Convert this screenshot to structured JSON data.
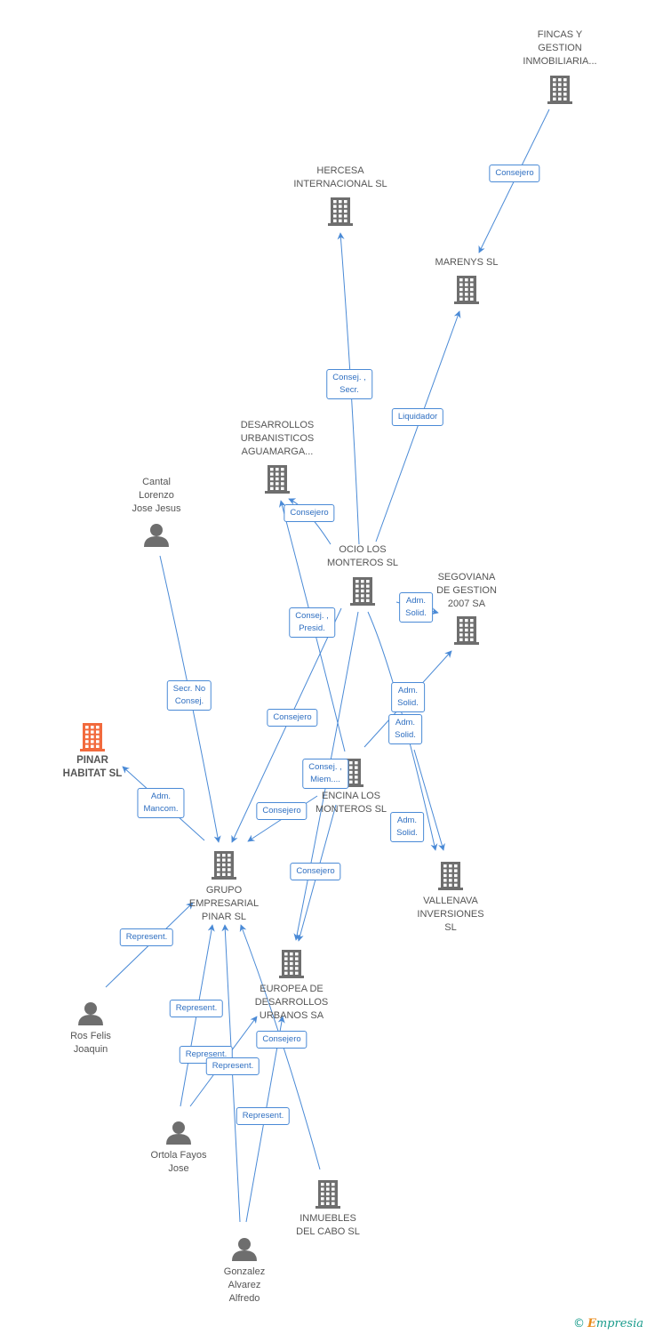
{
  "colors": {
    "edge": "#4a8ad6",
    "node_gray": "#6e6e6e",
    "main_node": "#f26a3d"
  },
  "nodes": [
    {
      "id": "fincas",
      "type": "company",
      "label": "FINCAS Y\nGESTION\nINMOBILIARIA..."
    },
    {
      "id": "hercesa",
      "type": "company",
      "label": "HERCESA\nINTERNACIONAL SL"
    },
    {
      "id": "marenys",
      "type": "company",
      "label": "MARENYS SL"
    },
    {
      "id": "desarrollos",
      "type": "company",
      "label": "DESARROLLOS\nURBANISTICOS\nAGUAMARGA..."
    },
    {
      "id": "cantal",
      "type": "person",
      "label": "Cantal\nLorenzo\nJose Jesus"
    },
    {
      "id": "ocio",
      "type": "company",
      "label": "OCIO LOS\nMONTEROS SL"
    },
    {
      "id": "segoviana",
      "type": "company",
      "label": "SEGOVIANA\nDE GESTION\n2007 SA"
    },
    {
      "id": "pinar",
      "type": "company-main",
      "label": "PINAR\nHABITAT SL"
    },
    {
      "id": "encina",
      "type": "company",
      "label": "ENCINA LOS\nMONTEROS SL"
    },
    {
      "id": "grupo",
      "type": "company",
      "label": "GRUPO\nEMPRESARIAL\nPINAR SL"
    },
    {
      "id": "vallenava",
      "type": "company",
      "label": "VALLENAVA\nINVERSIONES\nSL"
    },
    {
      "id": "europea",
      "type": "company",
      "label": "EUROPEA DE\nDESARROLLOS\nURBANOS SA"
    },
    {
      "id": "ros",
      "type": "person",
      "label": "Ros Felis\nJoaquin"
    },
    {
      "id": "ortola",
      "type": "person",
      "label": "Ortola Fayos\nJose"
    },
    {
      "id": "inmuebles",
      "type": "company",
      "label": "INMUEBLES\nDEL CABO SL"
    },
    {
      "id": "gonzalez",
      "type": "person",
      "label": "Gonzalez\nAlvarez\nAlfredo"
    }
  ],
  "edges": [
    {
      "id": "e1",
      "from": "fincas",
      "to": "marenys",
      "label": "Consejero"
    },
    {
      "id": "e2",
      "from": "ocio",
      "to": "hercesa",
      "label": "Consej. ,\nSecr."
    },
    {
      "id": "e3",
      "from": "ocio",
      "to": "marenys",
      "label": "Liquidador"
    },
    {
      "id": "e4",
      "from": "ocio",
      "to": "desarrollos",
      "label": "Consejero"
    },
    {
      "id": "e5",
      "from": "encina",
      "to": "desarrollos",
      "label": "Consej. ,\nPresid."
    },
    {
      "id": "e6",
      "from": "ocio",
      "to": "segoviana",
      "label": "Adm.\nSolid."
    },
    {
      "id": "e7",
      "from": "cantal",
      "to": "grupo",
      "label": "Secr.  No\nConsej."
    },
    {
      "id": "e8",
      "from": "encina",
      "to": "segoviana",
      "label": "Adm.\nSolid."
    },
    {
      "id": "e9",
      "from": "ocio",
      "to": "vallenava",
      "label": "Adm.\nSolid."
    },
    {
      "id": "e10",
      "from": "ocio",
      "to": "grupo",
      "label": "Consejero"
    },
    {
      "id": "e11",
      "from": "ocio",
      "to": "europea",
      "label": "Consej. ,\nMiem...."
    },
    {
      "id": "e12",
      "from": "grupo",
      "to": "pinar",
      "label": "Adm.\nMancom."
    },
    {
      "id": "e13",
      "from": "encina",
      "to": "grupo",
      "label": "Consejero"
    },
    {
      "id": "e14",
      "from": "encina",
      "to": "vallenava",
      "label": "Adm.\nSolid."
    },
    {
      "id": "e15",
      "from": "encina",
      "to": "europea",
      "label": "Consejero"
    },
    {
      "id": "e16",
      "from": "ros",
      "to": "grupo",
      "label": "Represent."
    },
    {
      "id": "e17",
      "from": "ortola",
      "to": "grupo",
      "label": "Represent."
    },
    {
      "id": "e18",
      "from": "ortola",
      "to": "europea",
      "label": "Represent."
    },
    {
      "id": "e19",
      "from": "gonzalez",
      "to": "grupo",
      "label": "Represent."
    },
    {
      "id": "e20",
      "from": "inmuebles",
      "to": "grupo",
      "label": "Consejero"
    },
    {
      "id": "e21",
      "from": "gonzalez",
      "to": "europea",
      "label": "Represent."
    }
  ],
  "copyright": {
    "symbol": "©",
    "brand_initial": "E",
    "brand_rest": "mpresia"
  }
}
